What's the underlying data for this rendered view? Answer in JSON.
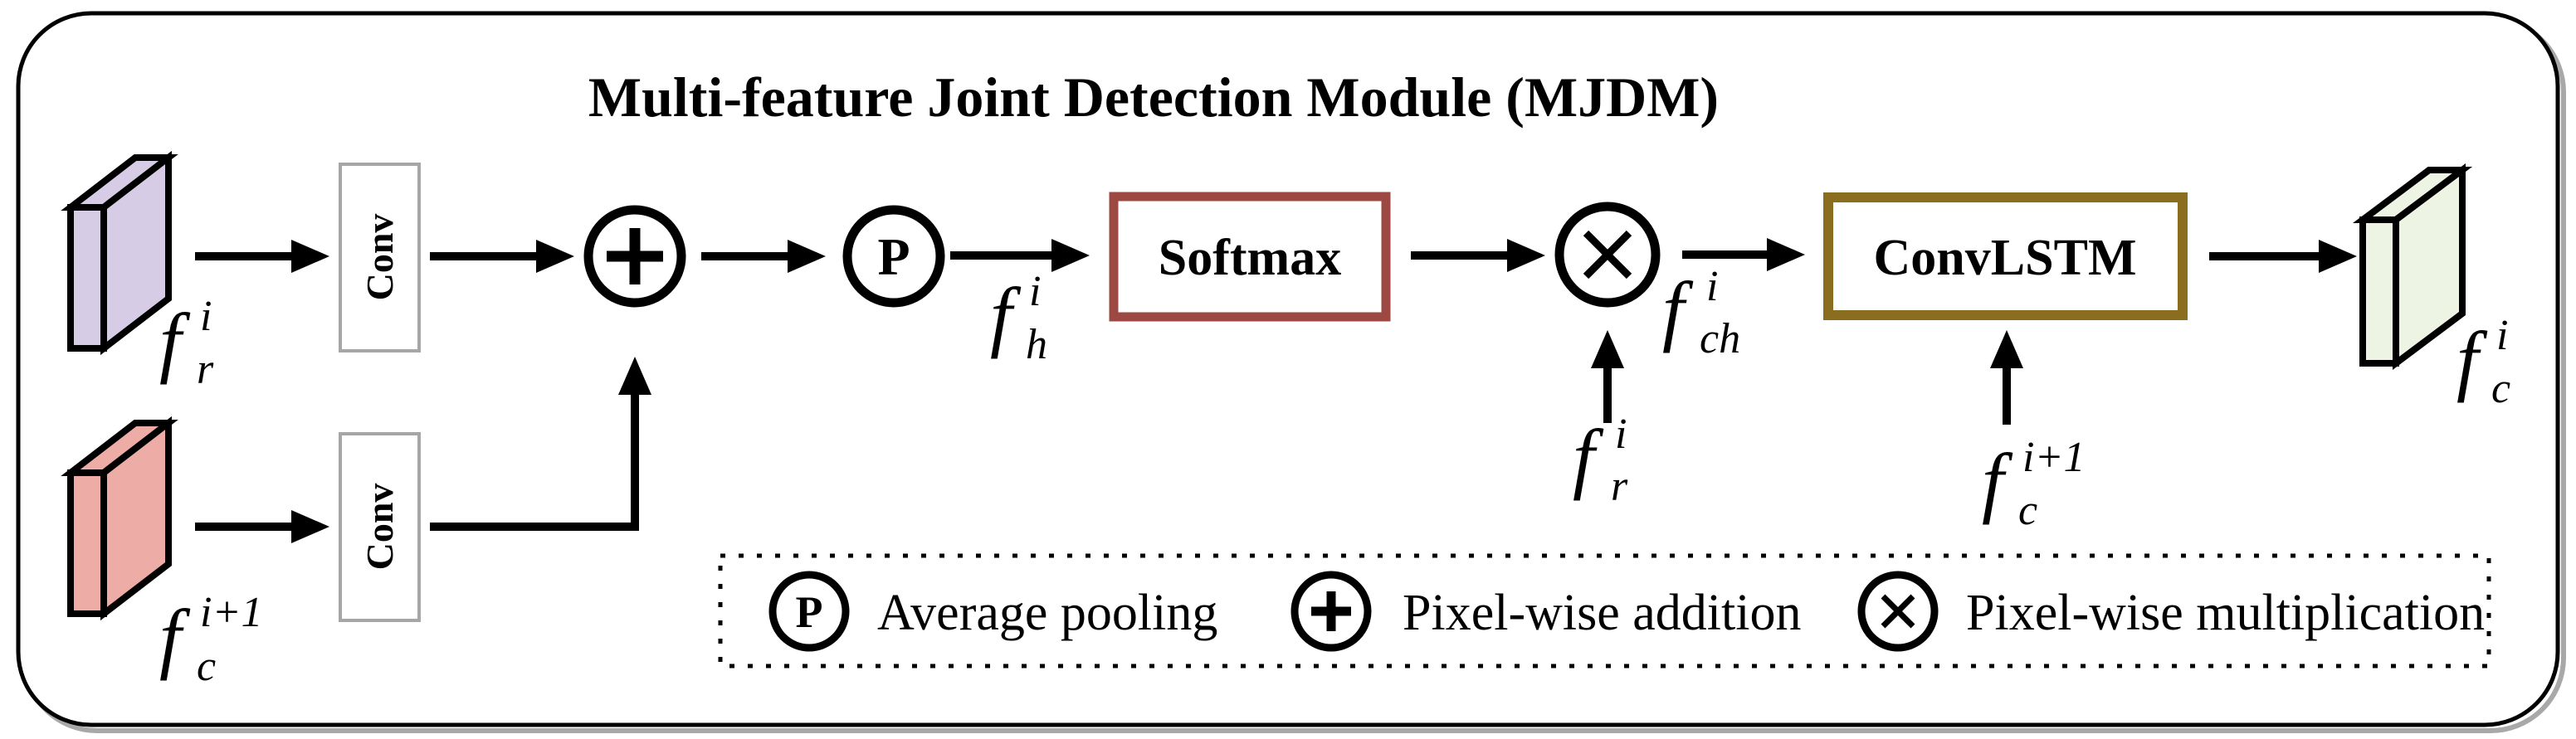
{
  "figure": {
    "title": "Multi-feature Joint Detection Module (MJDM)"
  },
  "colors": {
    "feature_r_fill": "#D6CCE6",
    "feature_c_next_fill": "#EDACA6",
    "feature_c_out_fill": "#EDF4E3",
    "softmax_border": "#9E4843",
    "convlstm_border": "#8A6D1E",
    "conv_border": "#A6A6A6",
    "ink": "#000000",
    "frame_shadow": "#A8A8A8"
  },
  "nodes": {
    "conv1_label": "Conv",
    "conv2_label": "Conv",
    "softmax_label": "Softmax",
    "convlstm_label": "ConvLSTM",
    "add_symbol": "+",
    "pool_symbol": "P",
    "multiply_symbol": "×"
  },
  "math_labels": {
    "input_r": {
      "base": "f",
      "sup": "i",
      "sub": "r"
    },
    "input_c": {
      "base": "f",
      "sup": "i+1",
      "sub": "c"
    },
    "pooled": {
      "base": "f",
      "sup": "i",
      "sub": "h"
    },
    "fused": {
      "base": "f",
      "sup": "i",
      "sub": "ch"
    },
    "residual_r": {
      "base": "f",
      "sup": "i",
      "sub": "r"
    },
    "lstm_state": {
      "base": "f",
      "sup": "i+1",
      "sub": "c"
    },
    "output_c": {
      "base": "f",
      "sup": "i",
      "sub": "c"
    }
  },
  "legend": {
    "items": [
      {
        "symbol": "P",
        "label": "Average pooling"
      },
      {
        "symbol": "+",
        "label": "Pixel-wise addition"
      },
      {
        "symbol": "×",
        "label": "Pixel-wise multiplication"
      }
    ]
  }
}
